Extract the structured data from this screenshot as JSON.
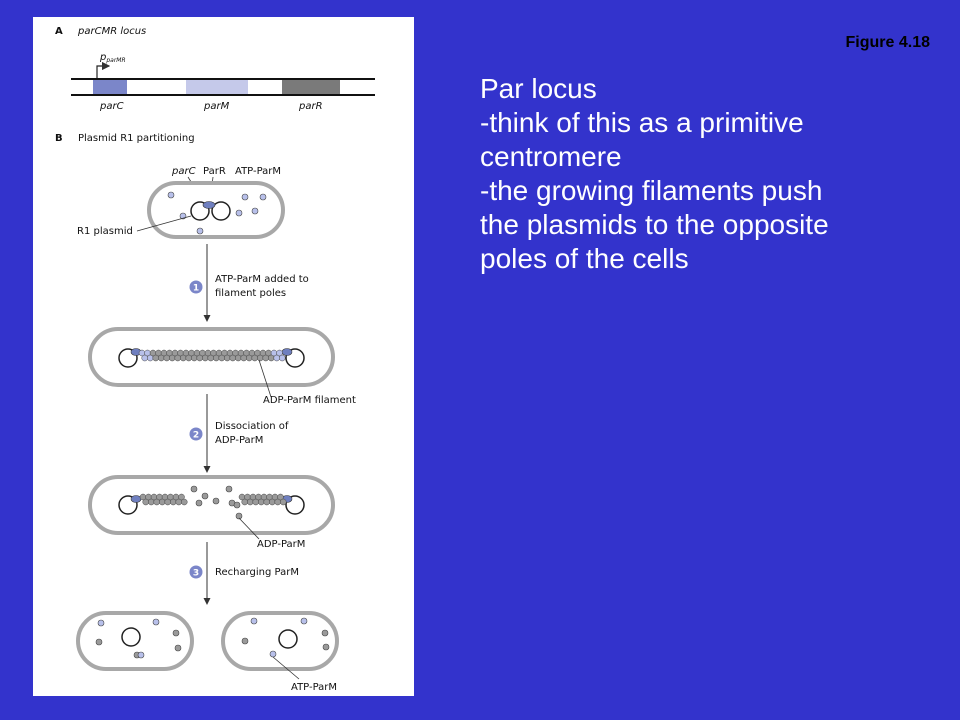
{
  "slide": {
    "figure_number": "Figure 4.18",
    "notes": [
      "Par locus",
      "-think of this as a primitive",
      "centromere",
      "-the growing filaments push",
      "the plasmids to the opposite",
      "poles of the cells"
    ]
  },
  "figure": {
    "panel_a": {
      "letter": "A",
      "title": "parCMR locus",
      "promoter": "p",
      "promoter_sub": "parMR",
      "genes": [
        "parC",
        "parM",
        "parR"
      ]
    },
    "panel_b": {
      "letter": "B",
      "title": "Plasmid R1 partitioning",
      "labels": {
        "parC": "parC",
        "parR": "ParR",
        "atp_parm": "ATP-ParM",
        "r1_plasmid": "R1 plasmid",
        "adp_parm_filament": "ADP-ParM filament",
        "adp_parm": "ADP-ParM",
        "atp_parm_bottom": "ATP-ParM"
      },
      "steps": [
        {
          "number": "1",
          "line1": "ATP-ParM added to",
          "line2": "filament poles"
        },
        {
          "number": "2",
          "line1": "Dissociation of",
          "line2": "ADP-ParM"
        },
        {
          "number": "3",
          "line1": "Recharging ParM",
          "line2": ""
        }
      ]
    },
    "colors": {
      "background": "#3333cc",
      "panel": "#ffffff",
      "parC_box": "#7b86c9",
      "parM_box": "#c5c9ea",
      "parR_box": "#7a7a7a",
      "atp_parm": "#b8c0ea",
      "adp_parm": "#9a9a9a",
      "parr": "#6f7fbf",
      "cell_outline": "#a8a8a8",
      "step_badge": "#7b86c9"
    }
  }
}
